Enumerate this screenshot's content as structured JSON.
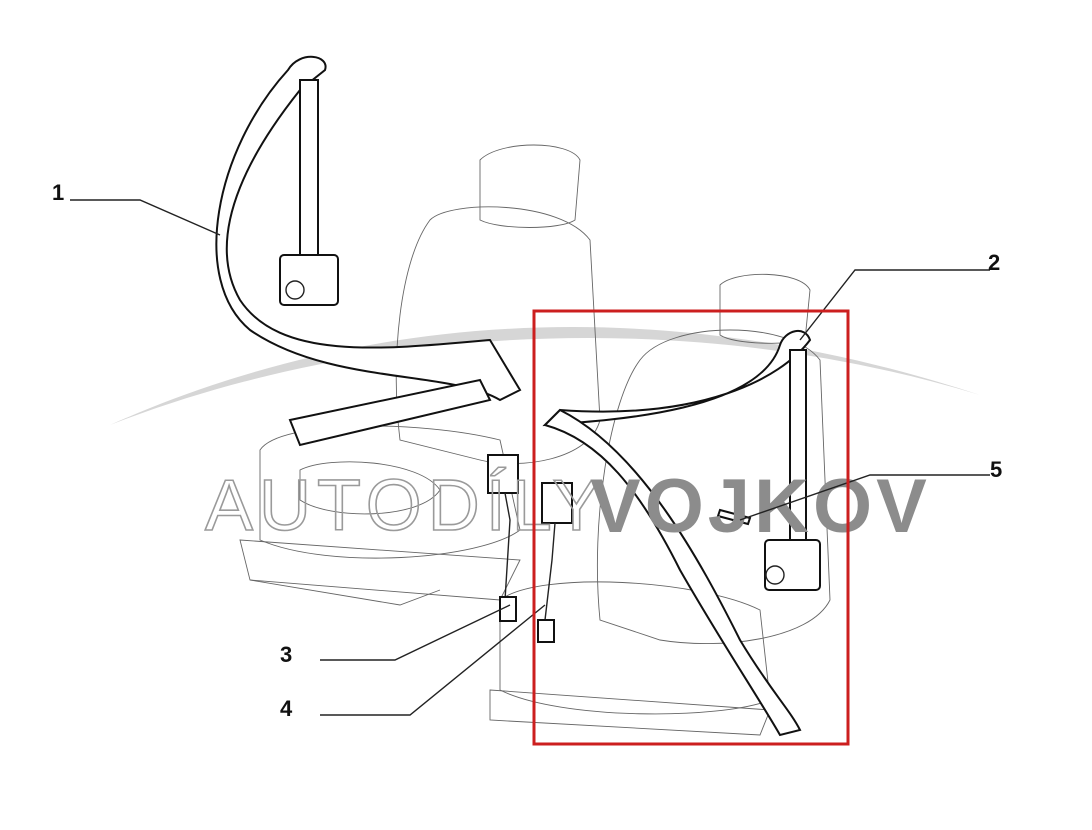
{
  "diagram": {
    "title": "Seat belt assembly",
    "callouts": [
      "1",
      "2",
      "3",
      "4",
      "5"
    ],
    "watermark": {
      "light": "AUTODÍLY",
      "bold": "VOJKOV"
    },
    "highlight_color": "#cc1f1f"
  }
}
